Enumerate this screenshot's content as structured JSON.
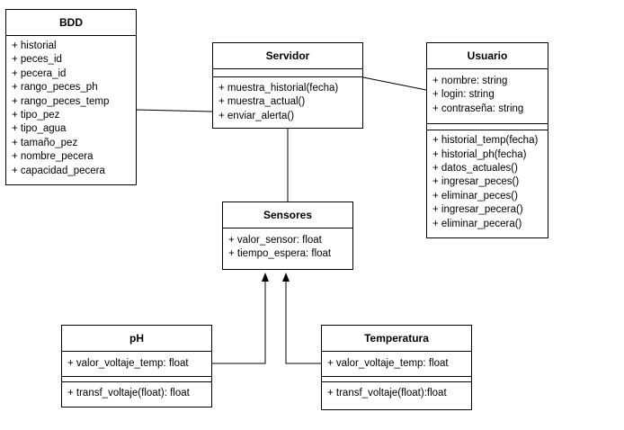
{
  "classes": {
    "bdd": {
      "name": "BDD",
      "attributes": [
        "+ historial",
        "+ peces_id",
        "+ pecera_id",
        "+ rango_peces_ph",
        "+ rango_peces_temp",
        "+ tipo_pez",
        "+ tipo_agua",
        "+ tamaño_pez",
        "+ nombre_pecera",
        "+ capacidad_pecera"
      ],
      "methods": []
    },
    "servidor": {
      "name": "Servidor",
      "attributes": [],
      "methods": [
        "+ muestra_historial(fecha)",
        "+ muestra_actual()",
        "+ enviar_alerta()"
      ]
    },
    "usuario": {
      "name": "Usuario",
      "attributes": [
        "+ nombre: string",
        "+ login: string",
        "+ contraseña: string"
      ],
      "methods": [
        "+ historial_temp(fecha)",
        "+ historial_ph(fecha)",
        "+ datos_actuales()",
        "+ ingresar_peces()",
        "+ eliminar_peces()",
        "+ ingresar_pecera()",
        "+ eliminar_pecera()"
      ]
    },
    "sensores": {
      "name": "Sensores",
      "attributes": [
        "+ valor_sensor: float",
        "+ tiempo_espera: float"
      ],
      "methods": []
    },
    "ph": {
      "name": "pH",
      "attributes": [
        "+ valor_voltaje_temp: float"
      ],
      "methods": [
        "+ transf_voltaje(float): float"
      ]
    },
    "temperatura": {
      "name": "Temperatura",
      "attributes": [
        "+ valor_voltaje_temp: float"
      ],
      "methods": [
        "+ transf_voltaje(float):float"
      ]
    }
  },
  "relations": [
    {
      "from": "bdd",
      "to": "servidor",
      "type": "association"
    },
    {
      "from": "servidor",
      "to": "usuario",
      "type": "association"
    },
    {
      "from": "servidor",
      "to": "sensores",
      "type": "association"
    },
    {
      "from": "ph",
      "to": "sensores",
      "type": "inheritance"
    },
    {
      "from": "temperatura",
      "to": "sensores",
      "type": "inheritance"
    }
  ]
}
